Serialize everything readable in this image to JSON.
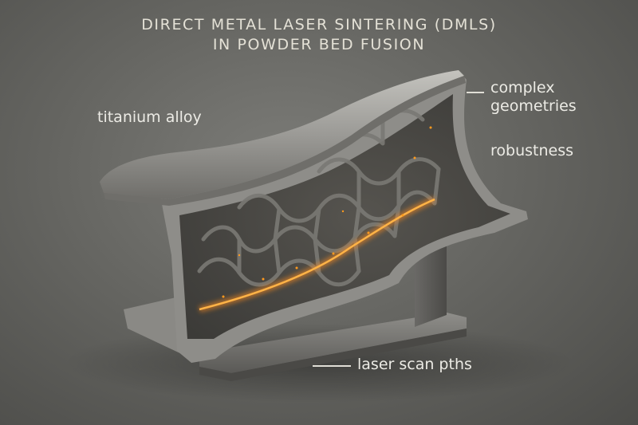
{
  "title": {
    "line1": "DIRECT METAL LASER SINTERING (DMLS)",
    "line2": "IN POWDER BED FUSION"
  },
  "labels": {
    "titanium": "titanium alloy",
    "complex_line1": "complex",
    "complex_line2": "geometries",
    "robustness": "robustness",
    "laser": "laser scan pths"
  },
  "colors": {
    "background": "#666662",
    "metal": "#9a9995",
    "powder": "#4a4a46",
    "lattice": "#6b6a66",
    "laser": "#ff9a1e",
    "text": "#ecebe5"
  }
}
